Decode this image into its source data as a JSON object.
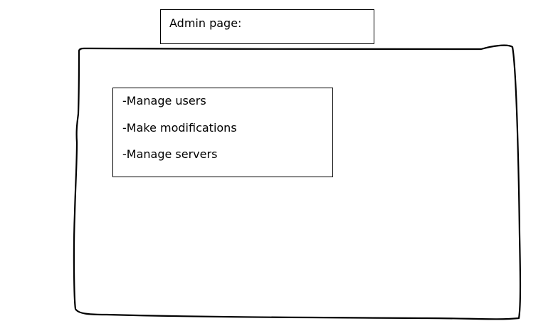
{
  "header": {
    "title": "Admin page:"
  },
  "menu": {
    "items": [
      {
        "label": "-Manage users"
      },
      {
        "label": "-Make modifications"
      },
      {
        "label": "-Manage servers"
      }
    ]
  },
  "colors": {
    "stroke": "#000000",
    "background": "#ffffff"
  }
}
